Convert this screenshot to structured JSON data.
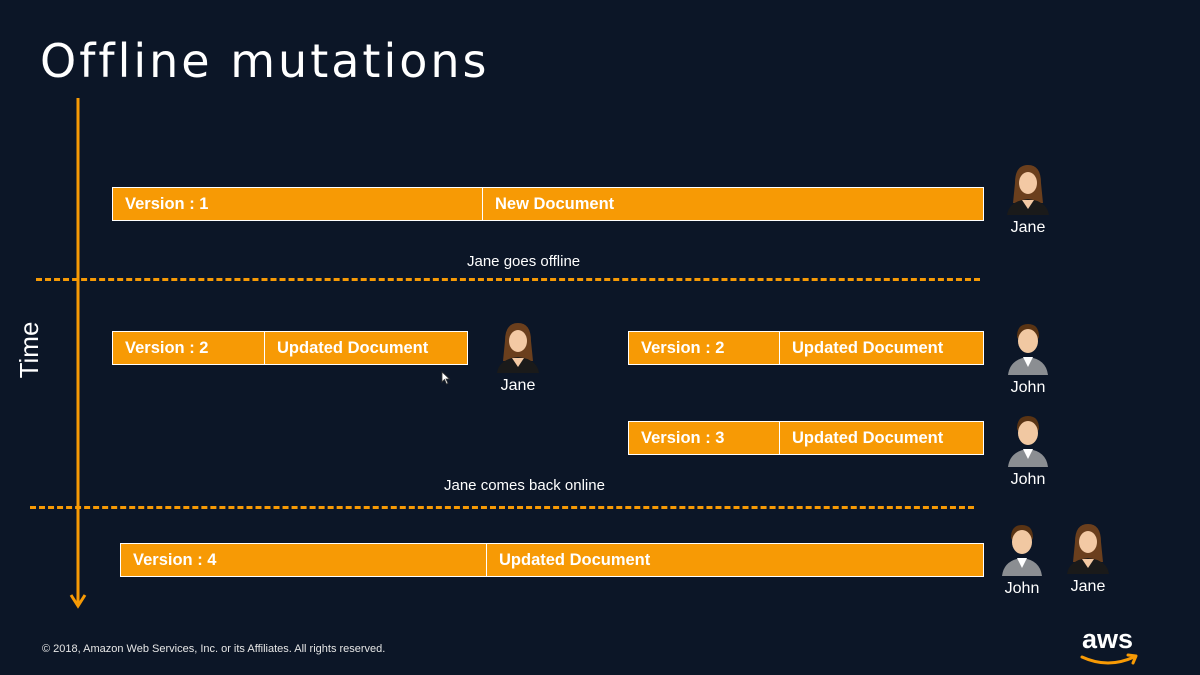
{
  "title": "Offline mutations",
  "axis": {
    "label": "Time"
  },
  "rows": [
    {
      "version": "Version : 1",
      "document": "New Document"
    },
    {
      "version": "Version : 2",
      "document": "Updated Document"
    },
    {
      "version": "Version : 2",
      "document": "Updated Document"
    },
    {
      "version": "Version : 3",
      "document": "Updated Document"
    },
    {
      "version": "Version : 4",
      "document": "Updated Document"
    }
  ],
  "notes": {
    "offline": "Jane goes offline",
    "online": "Jane comes back online"
  },
  "people": {
    "jane": "Jane",
    "john": "John"
  },
  "footer": "© 2018, Amazon Web Services, Inc. or its Affiliates. All rights reserved.",
  "logo": {
    "text": "aws"
  },
  "colors": {
    "background": "#0c1627",
    "accent": "#f79a05",
    "text": "#ffffff"
  }
}
